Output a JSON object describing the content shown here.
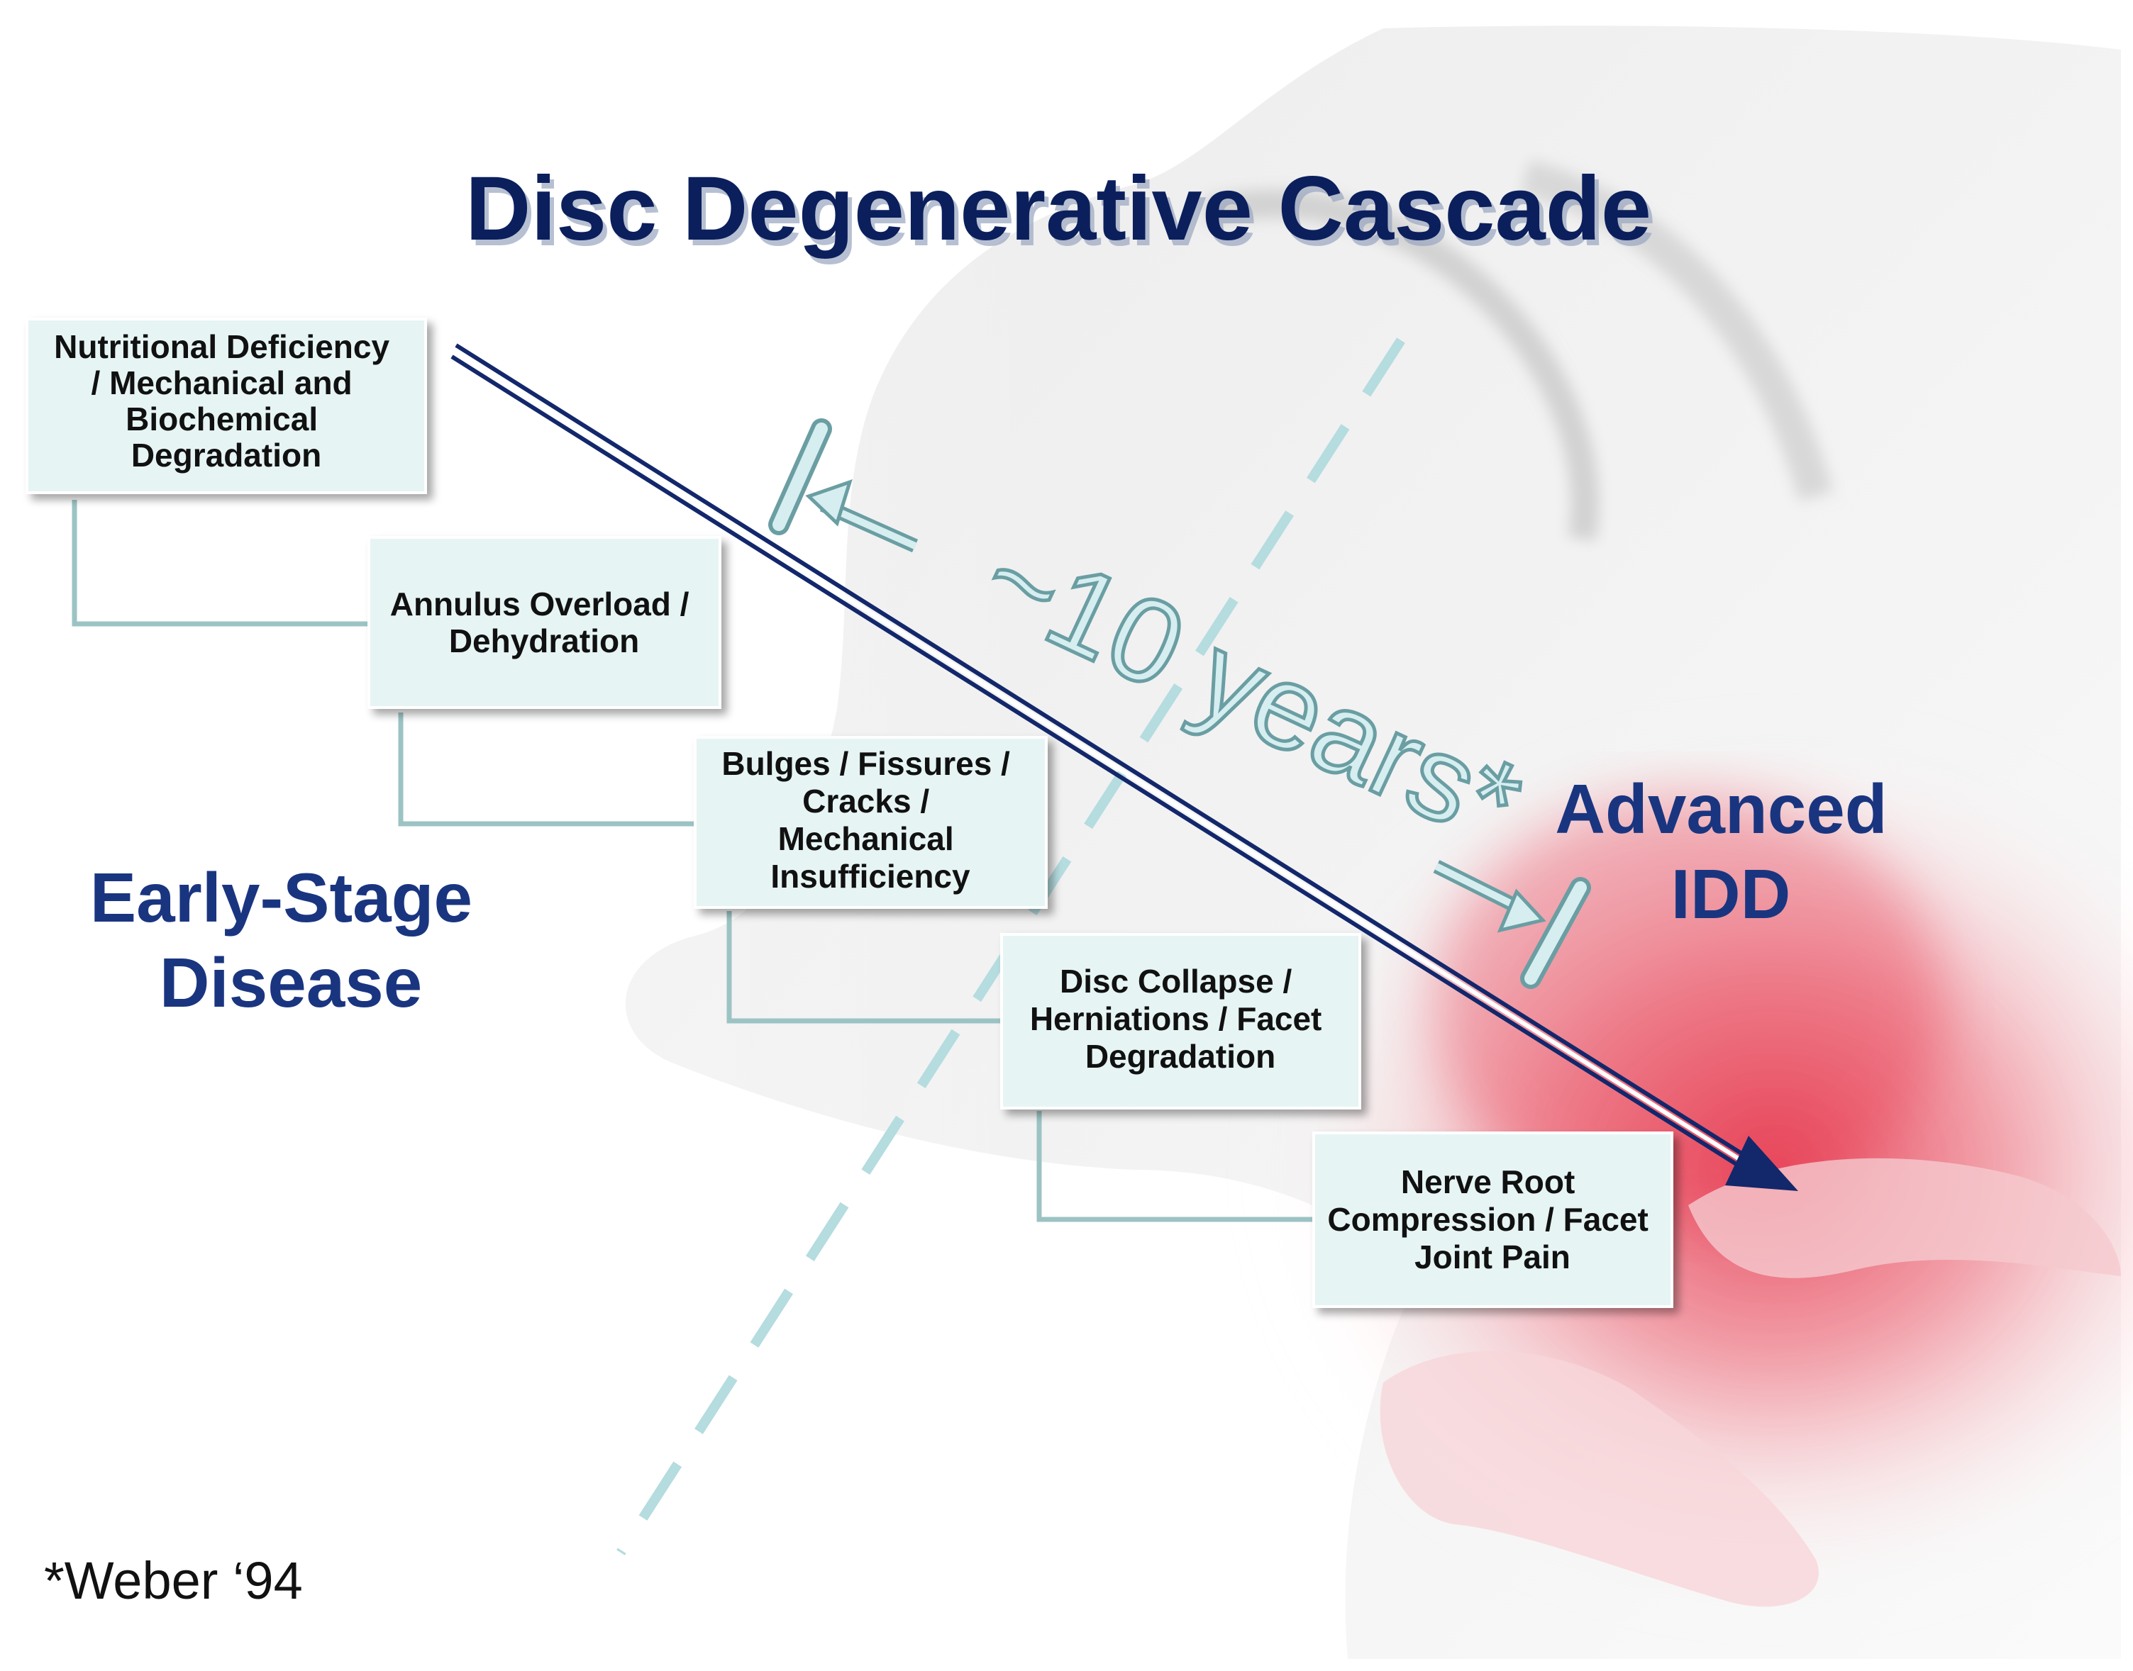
{
  "title": "Disc Degenerative Cascade",
  "stages": [
    {
      "lines": [
        "Nutritional Deficiency",
        "/ Mechanical and",
        "Biochemical",
        "Degradation"
      ]
    },
    {
      "lines": [
        "Annulus Overload /",
        "Dehydration"
      ]
    },
    {
      "lines": [
        "Bulges / Fissures /",
        "Cracks /",
        "Mechanical",
        "Insufficiency"
      ]
    },
    {
      "lines": [
        "Disc Collapse /",
        "Herniations / Facet",
        "Degradation"
      ]
    },
    {
      "lines": [
        "Nerve Root",
        "Compression / Facet",
        "Joint Pain"
      ]
    }
  ],
  "early_stage_label": {
    "line1": "Early-Stage",
    "line2": "Disease"
  },
  "advanced_label": {
    "line1": "Advanced",
    "line2": "IDD"
  },
  "timeline_label": "~10 years*",
  "footnote": "*Weber ‘94",
  "colors": {
    "title": "#0b1f5c",
    "label": "#1a3580",
    "arrow": "#13276b",
    "box_fill": "#e6f4f4",
    "connector": "#9cc3c3",
    "dashed_line": "#b5dcdf",
    "years_fill": "#d6eef0",
    "years_stroke": "#6a9ea3",
    "pain": "#e2243c"
  }
}
